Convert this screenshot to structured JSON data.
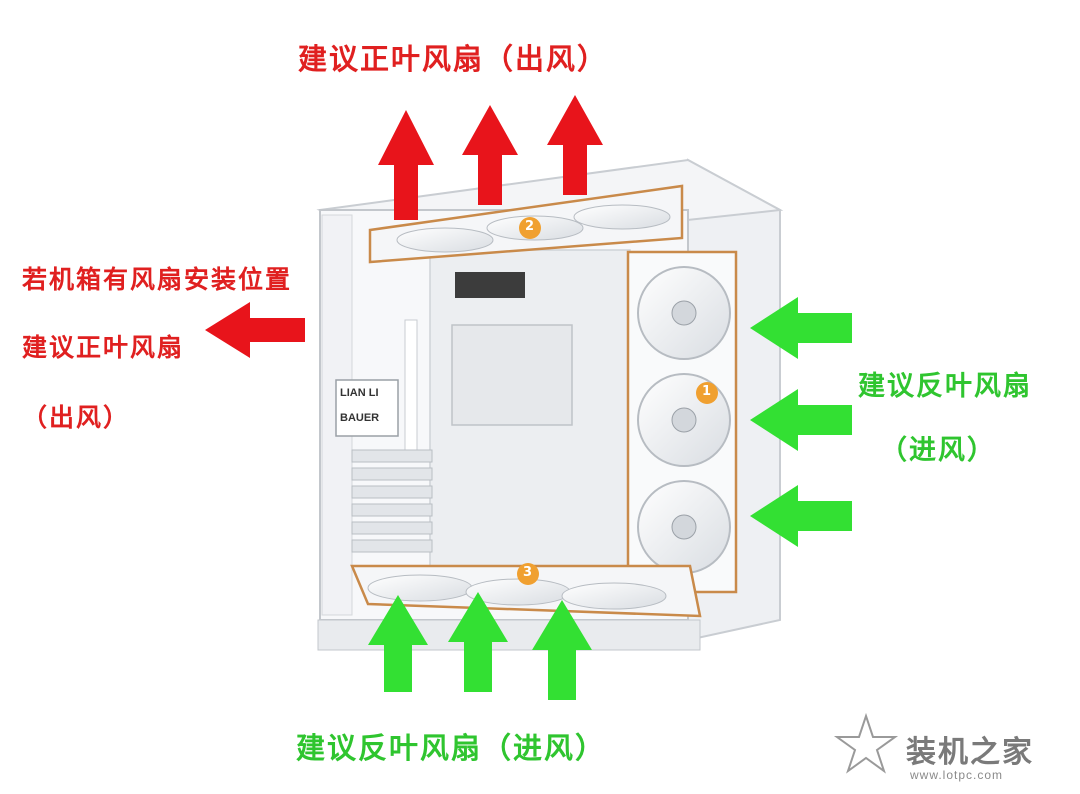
{
  "labels": {
    "top_exhaust": "建议正叶风扇（出风）",
    "side_line1": "若机箱有风扇安装位置",
    "side_line2": "建议正叶风扇",
    "side_line3": "（出风）",
    "right_intake_line1": "建议反叶风扇",
    "right_intake_line2": "（进风）",
    "bottom_intake": "建议反叶风扇（进风）"
  },
  "case": {
    "brand_line1": "LIAN LI",
    "brand_line2": "BAUER",
    "markers": [
      "1",
      "2",
      "3"
    ]
  },
  "watermark": {
    "site_name": "装机之家",
    "url": "www.lotpc.com"
  },
  "colors": {
    "exhaust_red": "#e8141b",
    "intake_green": "#33e033",
    "marker_orange": "#f0a030",
    "highlight_frame": "#c98a4a"
  }
}
